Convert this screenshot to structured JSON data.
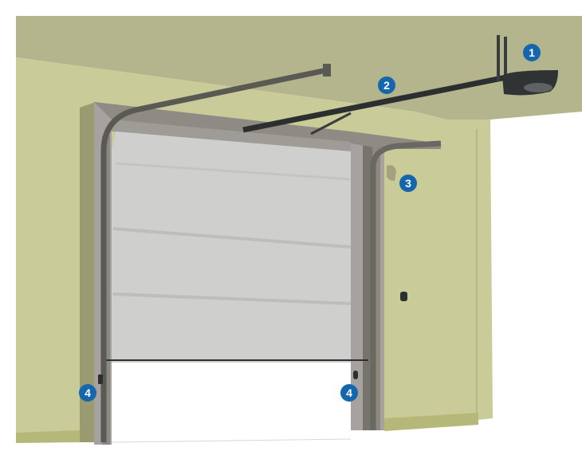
{
  "diagram": {
    "subject": "Sectional garage door with ceiling-mounted opener",
    "colors": {
      "ceiling": "#b4b58c",
      "wall": "#c9cb98",
      "wall_lower_band": "#b5b878",
      "frame": "#a7a29f",
      "frame_dark": "#77736d",
      "door_panel": "#cfd0cd",
      "rail": "#2b2f2f",
      "callout": "#1466ad",
      "opening": "#ffffff"
    },
    "callouts": [
      {
        "id": 1,
        "label": "1",
        "component": "Opener motor unit"
      },
      {
        "id": 2,
        "label": "2",
        "component": "Drive rail"
      },
      {
        "id": 3,
        "label": "3",
        "component": "Wall-mounted control / light"
      },
      {
        "id": 4,
        "label": "4",
        "component": "Safety photocell (left)"
      },
      {
        "id": 5,
        "label": "4",
        "component": "Safety photocell (right)"
      }
    ]
  }
}
